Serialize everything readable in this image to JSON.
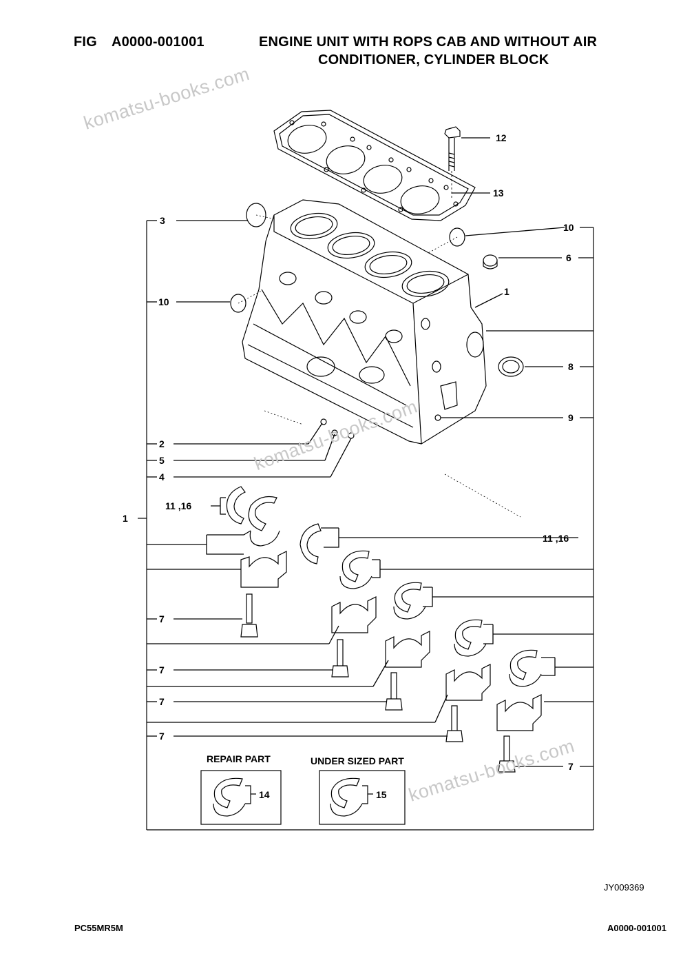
{
  "header": {
    "fig_label": "FIG",
    "fig_code": "A0000-001001",
    "title_line1": "ENGINE UNIT WITH ROPS CAB AND WITHOUT AIR",
    "title_line2": "CONDITIONER, CYLINDER BLOCK"
  },
  "callouts": {
    "c12": "12",
    "c13": "13",
    "c3": "3",
    "c10_right": "10",
    "c6": "6",
    "c10_left": "10",
    "c1_block": "1",
    "c8": "8",
    "c9": "9",
    "c2": "2",
    "c5": "5",
    "c4": "4",
    "c11_16_left": "11 ,16",
    "c1_group": "1",
    "c11_16_right": "11 ,16",
    "c7_a": "7",
    "c7_b": "7",
    "c7_c": "7",
    "c7_d": "7",
    "c7_e": "7",
    "c14": "14",
    "c15": "15"
  },
  "boxes": {
    "repair_part": "REPAIR PART",
    "under_sized_part": "UNDER SIZED PART"
  },
  "watermark": "komatsu-books.com",
  "drawing_id": "JY009369",
  "footer": {
    "model": "PC55MR5M",
    "fig_code": "A0000-001001"
  }
}
